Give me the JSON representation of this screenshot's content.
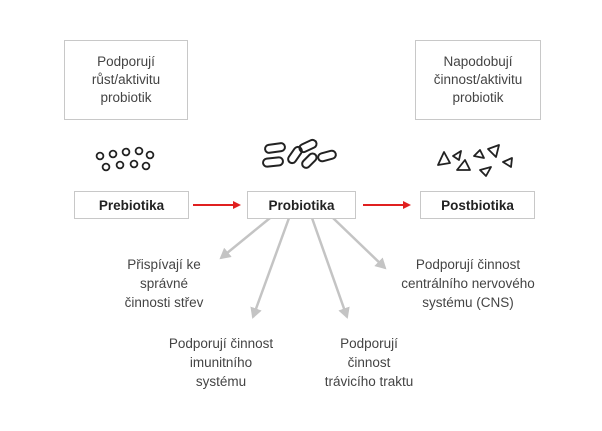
{
  "boxes": {
    "prebiotics": "Prebiotika",
    "probiotics": "Probiotika",
    "postbiotics": "Postbiotika"
  },
  "descriptions": {
    "prebiotics": "Podporují\nrůst/aktivitu\nprobiotik",
    "postbiotics": "Napodobují\nčinnost/aktivitu\nprobiotik"
  },
  "effects": {
    "gut": "Přispívají ke\nsprávné\nčinnosti střev",
    "immune": "Podporují činnost\nimunitního\nsystému",
    "digestive": "Podporují\nčinnost\ntrávicího traktu",
    "cns": "Podporují činnost\ncentrálního nervového\nsystému (CNS)"
  },
  "colors": {
    "red_arrow": "#e02020",
    "gray_arrow": "#c4c4c4",
    "box_border": "#c8c8c8",
    "icon_stroke": "#222222"
  }
}
